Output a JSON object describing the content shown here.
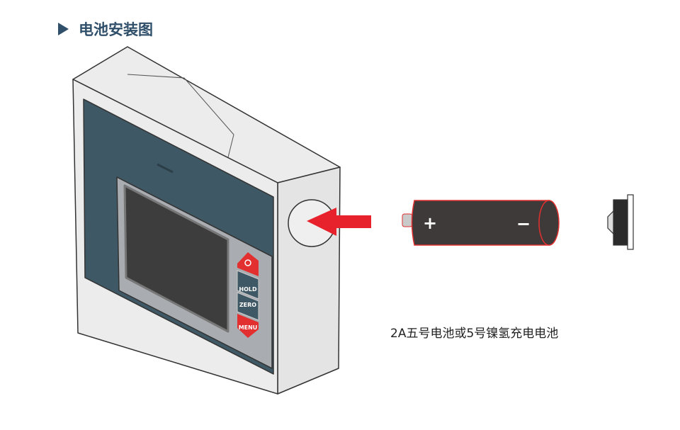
{
  "section_title": "电池安装图",
  "caption": "2A五号电池或5号镍氢充电电池",
  "device": {
    "buttons": [
      "HOLD",
      "ZERO",
      "MENU"
    ]
  },
  "battery": {
    "positive": "+",
    "negative": "−"
  },
  "colors": {
    "title": "#2f4f6a",
    "accent_red": "#e1302f",
    "panel": "#3f5865",
    "battery": "#3e3a39"
  }
}
